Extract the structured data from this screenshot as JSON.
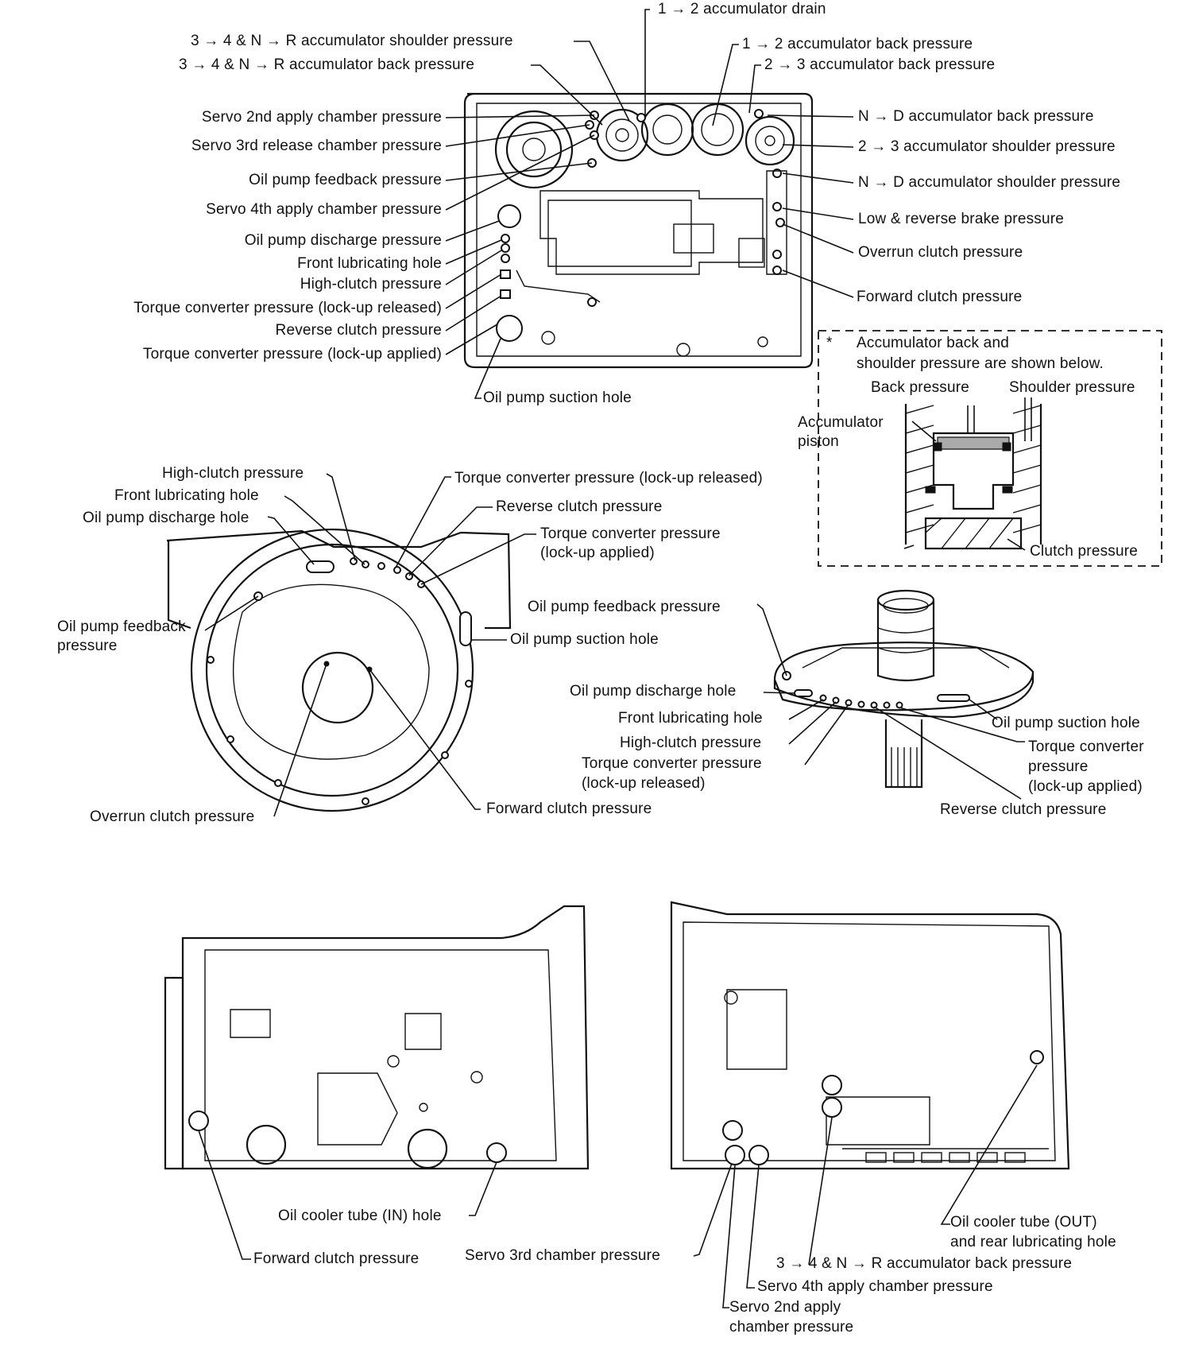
{
  "top_view": {
    "labels": [
      "1 → 2 accumulator drain",
      "3 → 4 & N → R accumulator shoulder pressure",
      "1 → 2 accumulator back pressure",
      "3 → 4 & N → R accumulator back pressure",
      "2 → 3 accumulator back pressure",
      "Servo 2nd apply chamber pressure",
      "N → D accumulator back pressure",
      "Servo 3rd release chamber pressure",
      "2 → 3 accumulator shoulder pressure",
      "Oil pump feedback pressure",
      "N → D accumulator shoulder pressure",
      "Servo 4th apply chamber pressure",
      "Low & reverse brake pressure",
      "Oil pump discharge pressure",
      "Overrun clutch pressure",
      "Front lubricating hole",
      "High-clutch pressure",
      "Forward clutch pressure",
      "Torque converter pressure (lock-up released)",
      "Reverse clutch pressure",
      "Torque converter pressure (lock-up applied)",
      "Oil pump suction hole"
    ]
  },
  "note": {
    "marker": "*",
    "text_line1": "Accumulator back and",
    "text_line2": "shoulder pressure are shown below.",
    "back_pressure": "Back pressure",
    "shoulder_pressure": "Shoulder pressure",
    "piston_line1": "Accumulator",
    "piston_line2": "piston",
    "clutch_pressure": "Clutch pressure"
  },
  "case_front": {
    "labels": [
      "High-clutch pressure",
      "Torque converter pressure (lock-up released)",
      "Front lubricating hole",
      "Reverse clutch pressure",
      "Oil pump discharge hole",
      "Torque converter pressure",
      "(lock-up applied)",
      "Oil pump feedback",
      "pressure",
      "Oil pump suction hole",
      "Overrun clutch pressure",
      "Forward clutch pressure"
    ]
  },
  "oil_pump": {
    "labels": [
      "Oil pump feedback pressure",
      "Oil pump discharge hole",
      "Front lubricating hole",
      "Oil pump suction hole",
      "High-clutch pressure",
      "Torque converter",
      "pressure",
      "(lock-up applied)",
      "Torque converter pressure",
      "(lock-up released)",
      "Reverse clutch pressure"
    ]
  },
  "side_left": {
    "labels": [
      "Oil cooler tube (IN) hole",
      "Forward clutch pressure",
      "Servo 3rd chamber pressure"
    ]
  },
  "side_right": {
    "labels": [
      "Oil cooler tube (OUT)",
      "and rear lubricating hole",
      "3 → 4 & N → R accumulator back pressure",
      "Servo 4th apply chamber pressure",
      "Servo 2nd apply",
      "chamber pressure"
    ]
  }
}
